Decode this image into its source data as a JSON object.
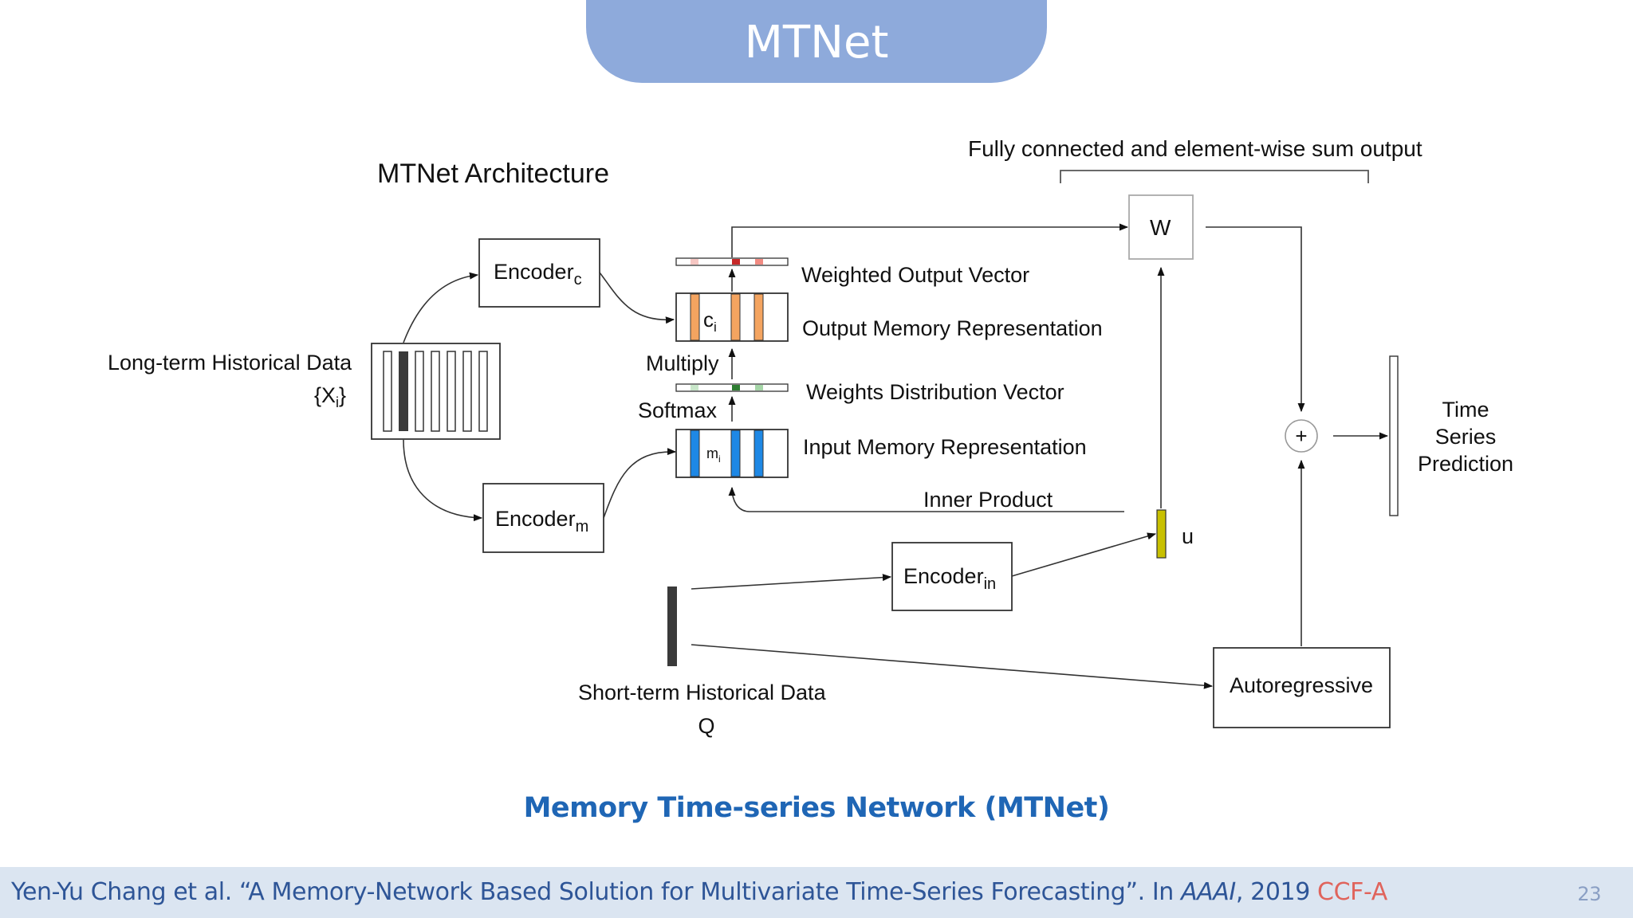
{
  "slide": {
    "title": "MTNet",
    "caption": "Memory Time-series Network (MTNet)",
    "page_number": "23",
    "colors": {
      "title_bg": "#8eaadb",
      "caption": "#1f66b5",
      "footer_bg": "#dbe5f1",
      "footer_text": "#2e5597",
      "badge": "#e0645c"
    }
  },
  "citation": {
    "prefix": "Yen-Yu Chang et al. “A Memory-Network Based Solution for Multivariate Time-Series Forecasting”. In ",
    "venue": "AAAI",
    "suffix": ", 2019 ",
    "badge": "CCF-A"
  },
  "diagram": {
    "architecture_title": "MTNet Architecture",
    "top_label": "Fully connected and element-wise sum output",
    "long_term_label": "Long-term Historical Data",
    "long_term_symbol": "{X",
    "long_term_symbol_sub": "i",
    "long_term_symbol_end": "}",
    "encoder_c": "Encoder",
    "encoder_c_sub": "c",
    "encoder_m": "Encoder",
    "encoder_m_sub": "m",
    "encoder_in": "Encoder",
    "encoder_in_sub": "in",
    "c_label": "c",
    "c_sub": "i",
    "m_label": "m",
    "m_sub": "i",
    "weighted_output": "Weighted Output Vector",
    "output_memory": "Output Memory Representation",
    "multiply": "Multiply",
    "weights_distribution": "Weights Distribution Vector",
    "softmax": "Softmax",
    "input_memory": "Input Memory Representation",
    "inner_product": "Inner Product",
    "u_label": "u",
    "w_label": "W",
    "plus": "+",
    "prediction_line1": "Time",
    "prediction_line2": "Series",
    "prediction_line3": "Prediction",
    "autoregressive": "Autoregressive",
    "short_term_label": "Short-term Historical Data",
    "short_term_symbol": "Q",
    "colors": {
      "output_memory_stripes": "#f4a460",
      "input_memory_stripes": "#1e88e5",
      "weighted_highlight": "#c62828",
      "weighted_light": "#f28b82",
      "weights_highlight": "#2e7d32",
      "weights_light": "#a5d6a7",
      "u_vector": "#c8c000",
      "history_bar": "#3a3a3a"
    }
  }
}
